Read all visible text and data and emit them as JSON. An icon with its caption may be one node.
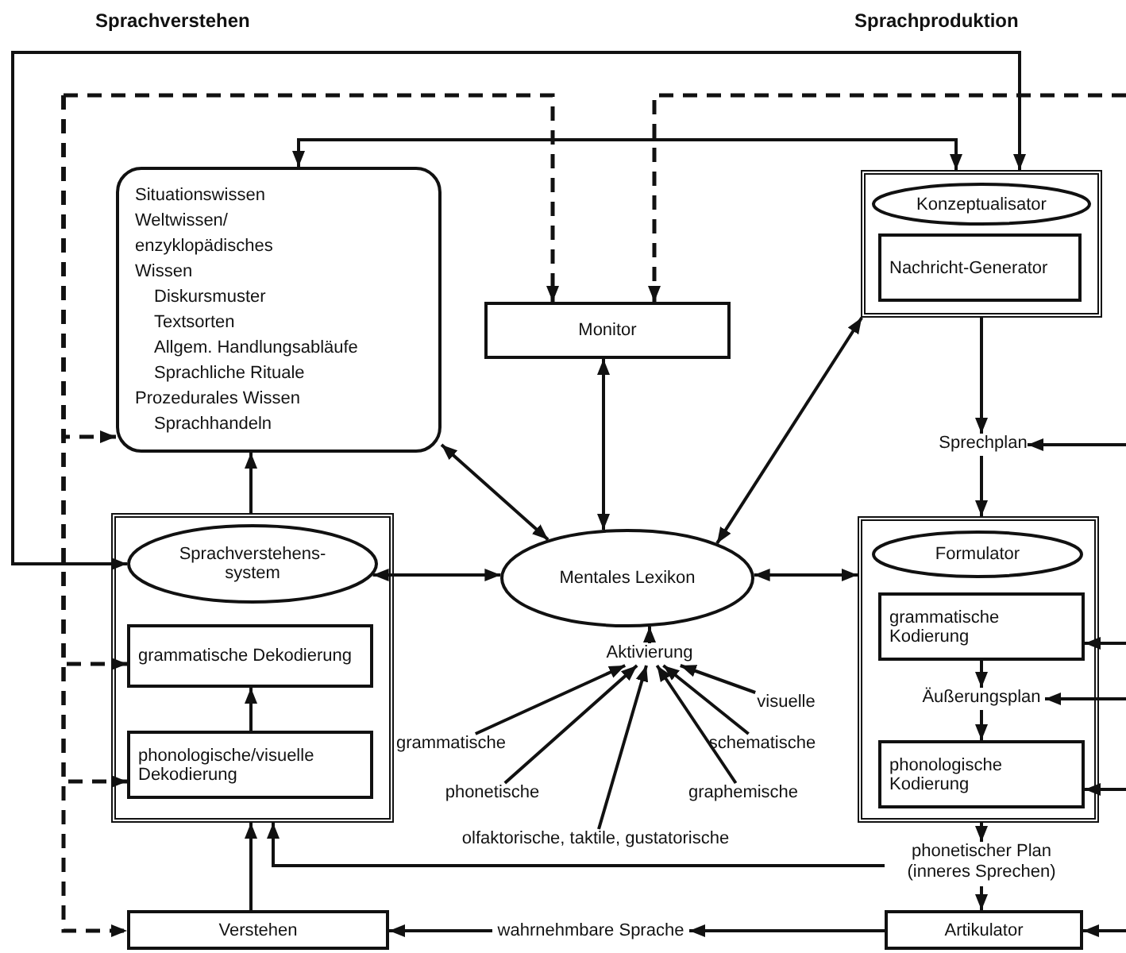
{
  "diagram": {
    "nodes": [
      {
        "text": [
          "Situationswissen",
          "Weltwissen/ enzyklopädisches Wissen",
          "Diskursmuster",
          "Textsorten",
          "Allgem. Handlungsabläufe",
          "Sprachliche Rituale",
          "Prozedurales Wissen",
          "Sprachhandeln"
        ]
      },
      {
        "text": [
          "Monitor"
        ]
      },
      {
        "text": [],
        "shape": "box"
      },
      {
        "text": [
          "Konzeptualisator"
        ],
        "in": 2
      },
      {
        "text": [
          "Nachricht-Generator"
        ],
        "in": 2
      },
      {
        "text": [
          "Sprechplan"
        ]
      },
      {
        "text": [],
        "shape": "box"
      },
      {
        "text": [
          "Sprachverstehens- system"
        ],
        "in": 6
      },
      {
        "text": [
          "grammatische Dekodierung"
        ],
        "in": 6
      },
      {
        "text": [
          "phonologische/visuelle Dekodierung"
        ],
        "in": 6
      },
      {
        "text": [
          "Mentales Lexikon"
        ]
      },
      {
        "text": [
          "Aktivierung"
        ]
      },
      {
        "text": [
          "grammatische"
        ]
      },
      {
        "text": [
          "phonetische"
        ]
      },
      {
        "text": [
          "olfaktorische, taktile, gustatorische"
        ]
      },
      {
        "text": [
          "graphemische"
        ]
      },
      {
        "text": [
          "schematische"
        ]
      },
      {
        "text": [
          "visuelle"
        ]
      },
      {
        "text": [],
        "shape": "box"
      },
      {
        "text": [
          "Formulator"
        ],
        "in": 18
      },
      {
        "text": [
          "grammatische Kodierung"
        ],
        "in": 18
      },
      {
        "text": [
          "Äußerungsplan"
        ],
        "in": 18
      },
      {
        "text": [
          "phonologische Kodierung"
        ],
        "in": 18
      },
      {
        "text": [
          "phonetischer Plan (inneres Sprechen)"
        ]
      },
      {
        "text": [
          "Verstehen"
        ]
      },
      {
        "text": [
          "wahrnehmbare Sprache"
        ]
      },
      {
        "text": [
          "Artikulator"
        ]
      }
    ],
    "edges": [
      {
        "from": 7,
        "to": 2,
        "arrow": "both"
      },
      {
        "from": 0,
        "to": 2,
        "arrow": "both"
      },
      {
        "from": null,
        "to": 1,
        "arrow": "to",
        "style": "dashed"
      },
      {
        "from": null,
        "to": 1,
        "arrow": "to",
        "style": "dashed"
      },
      {
        "from": null,
        "to": 0,
        "arrow": "to",
        "style": "dashed"
      },
      {
        "from": null,
        "to": 8,
        "arrow": "to",
        "style": "dashed"
      },
      {
        "from": null,
        "to": 9,
        "arrow": "to",
        "style": "dashed"
      },
      {
        "from": null,
        "to": 24,
        "arrow": "to",
        "style": "dashed"
      },
      {
        "from": 1,
        "to": 10,
        "arrow": "both"
      },
      {
        "from": 0,
        "to": 10,
        "arrow": "both"
      },
      {
        "from": 2,
        "to": 10,
        "arrow": "both"
      },
      {
        "from": 7,
        "to": 10,
        "arrow": "both"
      },
      {
        "from": 10,
        "to": 18,
        "arrow": "both"
      },
      {
        "from": 6,
        "to": 0,
        "arrow": "to"
      },
      {
        "from": 2,
        "to": 5,
        "arrow": "to"
      },
      {
        "from": 5,
        "to": 18,
        "arrow": "to"
      },
      {
        "from": null,
        "to": 5,
        "arrow": "to"
      },
      {
        "from": 20,
        "to": 21,
        "arrow": "to"
      },
      {
        "from": 21,
        "to": 22,
        "arrow": "to"
      },
      {
        "from": null,
        "to": 20,
        "arrow": "to"
      },
      {
        "from": null,
        "to": 21,
        "arrow": "to"
      },
      {
        "from": null,
        "to": 22,
        "arrow": "to"
      },
      {
        "from": 18,
        "to": 23,
        "arrow": "to"
      },
      {
        "from": 23,
        "to": 26,
        "arrow": "to"
      },
      {
        "from": null,
        "to": 26,
        "arrow": "to"
      },
      {
        "from": 26,
        "to": 25,
        "arrow": "to"
      },
      {
        "from": 25,
        "to": 24,
        "arrow": "to"
      },
      {
        "from": 24,
        "to": 6,
        "arrow": "to"
      },
      {
        "from": 23,
        "to": 6,
        "arrow": "to"
      },
      {
        "from": 9,
        "to": 8,
        "arrow": "to"
      },
      {
        "from": 11,
        "to": 10,
        "arrow": "to"
      },
      {
        "from": 12,
        "to": 11,
        "arrow": "to"
      },
      {
        "from": 13,
        "to": 11,
        "arrow": "to"
      },
      {
        "from": 14,
        "to": 11,
        "arrow": "to"
      },
      {
        "from": 15,
        "to": 11,
        "arrow": "to"
      },
      {
        "from": 16,
        "to": 11,
        "arrow": "to"
      },
      {
        "from": 17,
        "to": 11,
        "arrow": "to"
      }
    ],
    "labels": [
      "Sprachverstehen",
      "Sprachproduktion"
    ]
  }
}
